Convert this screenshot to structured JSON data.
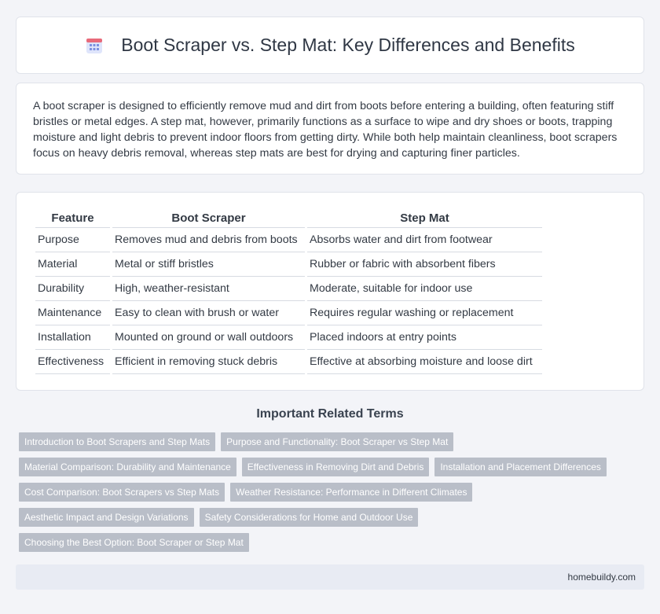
{
  "header": {
    "title": "Boot Scraper vs. Step Mat: Key Differences and Benefits",
    "icon": "grid-calendar-icon"
  },
  "intro": {
    "text": "A boot scraper is designed to efficiently remove mud and dirt from boots before entering a building, often featuring stiff bristles or metal edges. A step mat, however, primarily functions as a surface to wipe and dry shoes or boots, trapping moisture and light debris to prevent indoor floors from getting dirty. While both help maintain cleanliness, boot scrapers focus on heavy debris removal, whereas step mats are best for drying and capturing finer particles."
  },
  "table": {
    "headers": [
      "Feature",
      "Boot Scraper",
      "Step Mat"
    ],
    "rows": [
      [
        "Purpose",
        "Removes mud and debris from boots",
        "Absorbs water and dirt from footwear"
      ],
      [
        "Material",
        "Metal or stiff bristles",
        "Rubber or fabric with absorbent fibers"
      ],
      [
        "Durability",
        "High, weather-resistant",
        "Moderate, suitable for indoor use"
      ],
      [
        "Maintenance",
        "Easy to clean with brush or water",
        "Requires regular washing or replacement"
      ],
      [
        "Installation",
        "Mounted on ground or wall outdoors",
        "Placed indoors at entry points"
      ],
      [
        "Effectiveness",
        "Efficient in removing stuck debris",
        "Effective at absorbing moisture and loose dirt"
      ]
    ]
  },
  "related": {
    "heading": "Important Related Terms",
    "tags": [
      "Introduction to Boot Scrapers and Step Mats",
      "Purpose and Functionality: Boot Scraper vs Step Mat",
      "Material Comparison: Durability and Maintenance",
      "Effectiveness in Removing Dirt and Debris",
      "Installation and Placement Differences",
      "Cost Comparison: Boot Scrapers vs Step Mats",
      "Weather Resistance: Performance in Different Climates",
      "Aesthetic Impact and Design Variations",
      "Safety Considerations for Home and Outdoor Use",
      "Choosing the Best Option: Boot Scraper or Step Mat"
    ]
  },
  "footer": {
    "site": "homebuildy.com"
  },
  "colors": {
    "background": "#f3f4f8",
    "card": "#ffffff",
    "tag": "#b9bec8",
    "footer": "#e8ebf3",
    "icon_accent": "#7b8fe0",
    "icon_top": "#e86a7a"
  }
}
